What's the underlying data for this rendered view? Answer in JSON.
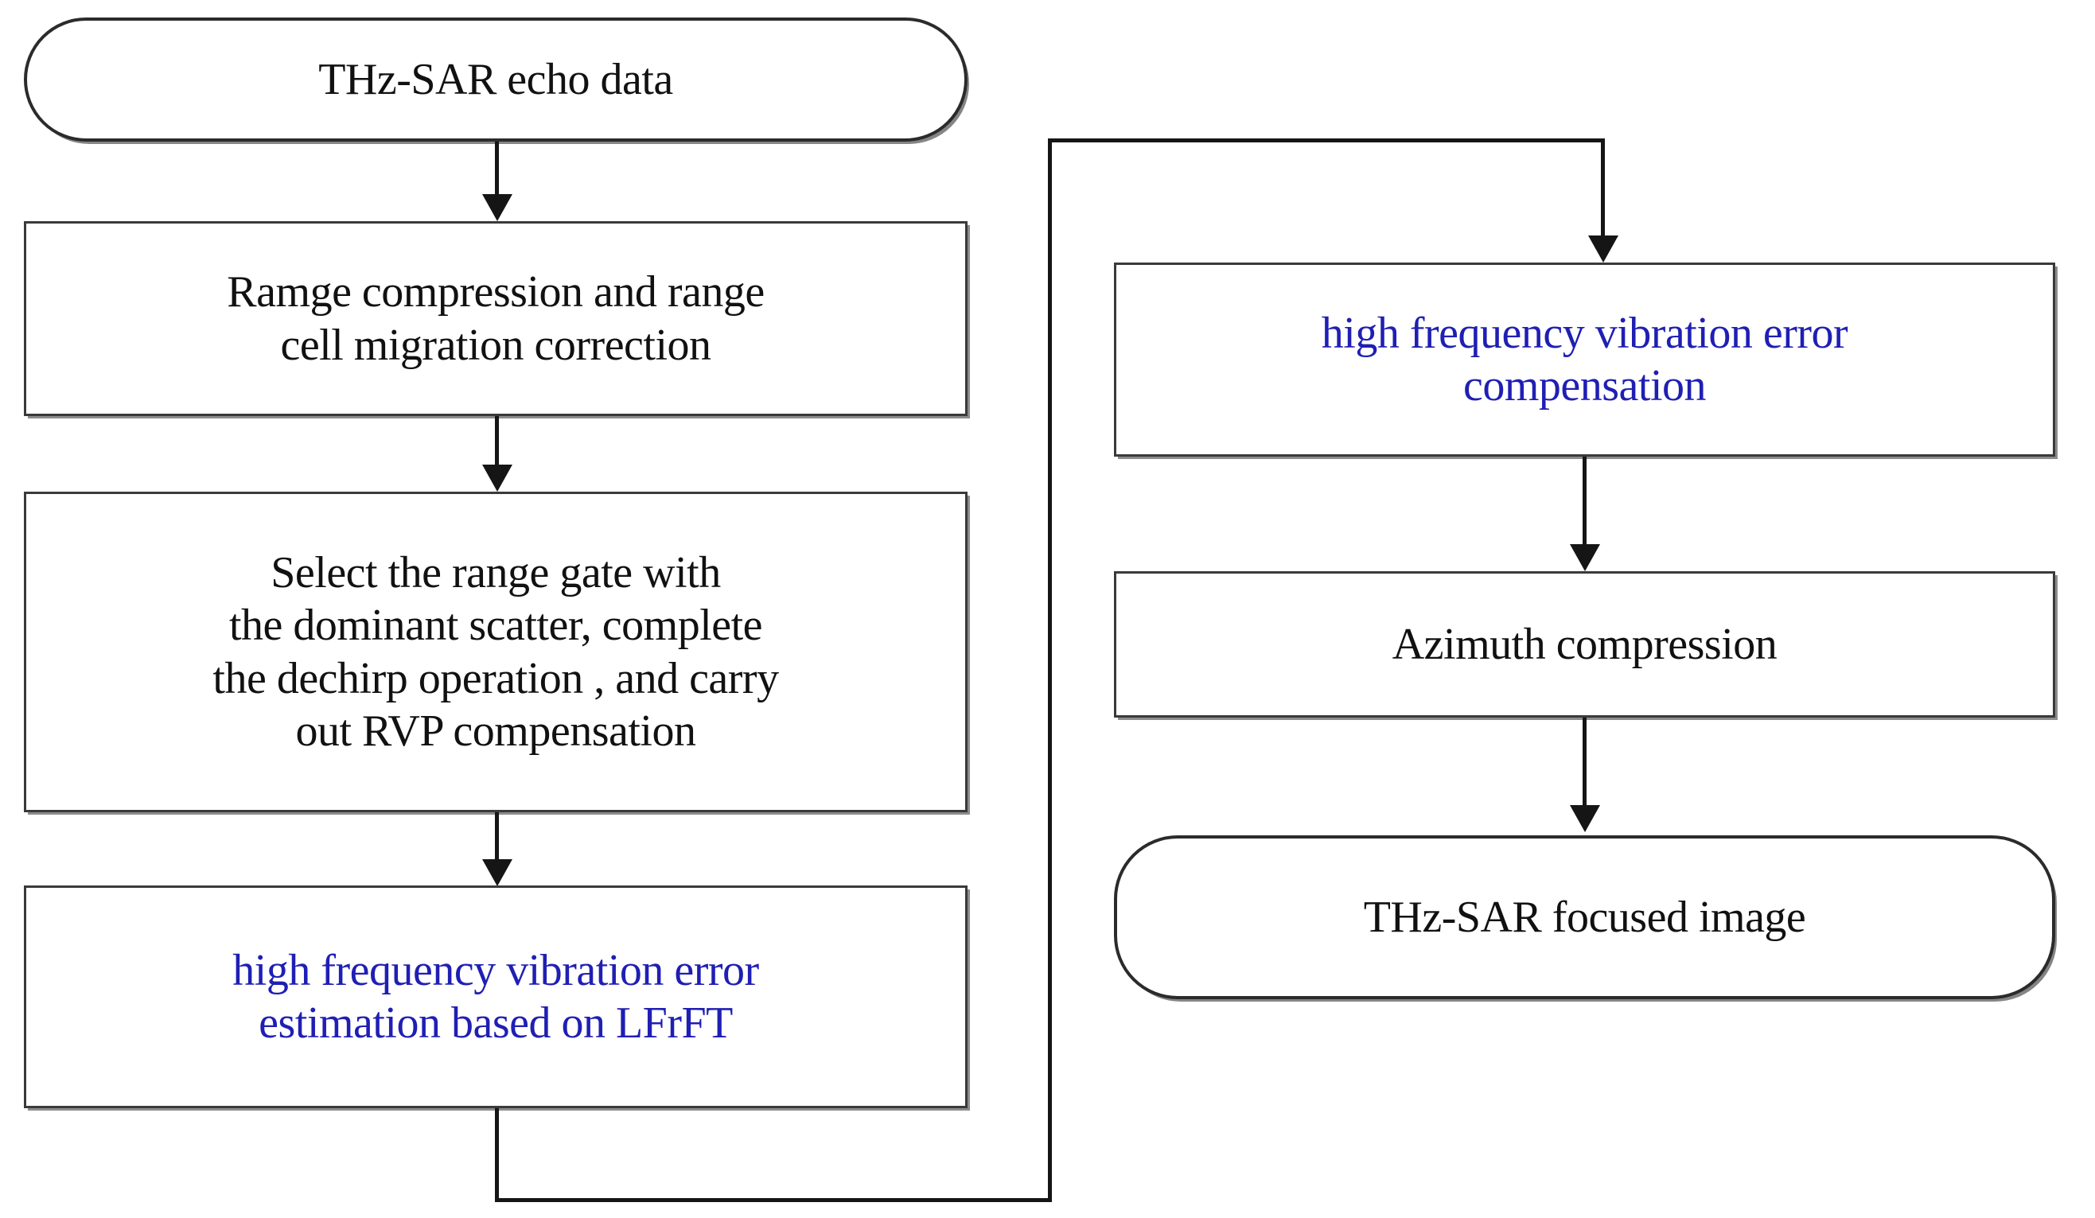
{
  "diagram": {
    "title": "THz-SAR imaging processing flowchart",
    "accent_blue": "#1f1fb4",
    "line_color": "#151515",
    "box_border": "#3a3a3a",
    "nodes": {
      "start": {
        "label": "THz-SAR echo data",
        "shape": "terminal",
        "color": "black"
      },
      "range_compression": {
        "label": "Ramge compression and range\ncell migration correction",
        "shape": "process",
        "color": "black"
      },
      "select_range_gate": {
        "label": "Select the range gate with\nthe dominant scatter, complete\nthe dechirp operation , and carry\nout RVP compensation",
        "shape": "process",
        "color": "black"
      },
      "vibration_estimation": {
        "label": "high frequency vibration error\nestimation based  on LFrFT",
        "shape": "process",
        "color": "blue"
      },
      "vibration_compensation": {
        "label": "high frequency vibration error\ncompensation",
        "shape": "process",
        "color": "blue"
      },
      "azimuth_compression": {
        "label": "Azimuth compression",
        "shape": "process",
        "color": "black"
      },
      "end": {
        "label": "THz-SAR focused image",
        "shape": "terminal",
        "color": "black"
      }
    },
    "edges": [
      {
        "from": "start",
        "to": "range_compression",
        "kind": "straight-down"
      },
      {
        "from": "range_compression",
        "to": "select_range_gate",
        "kind": "straight-down"
      },
      {
        "from": "select_range_gate",
        "to": "vibration_estimation",
        "kind": "straight-down"
      },
      {
        "from": "vibration_estimation",
        "to": "vibration_compensation",
        "kind": "routed-around-bottom-left"
      },
      {
        "from": "vibration_compensation",
        "to": "azimuth_compression",
        "kind": "straight-down"
      },
      {
        "from": "azimuth_compression",
        "to": "end",
        "kind": "straight-down"
      }
    ]
  }
}
